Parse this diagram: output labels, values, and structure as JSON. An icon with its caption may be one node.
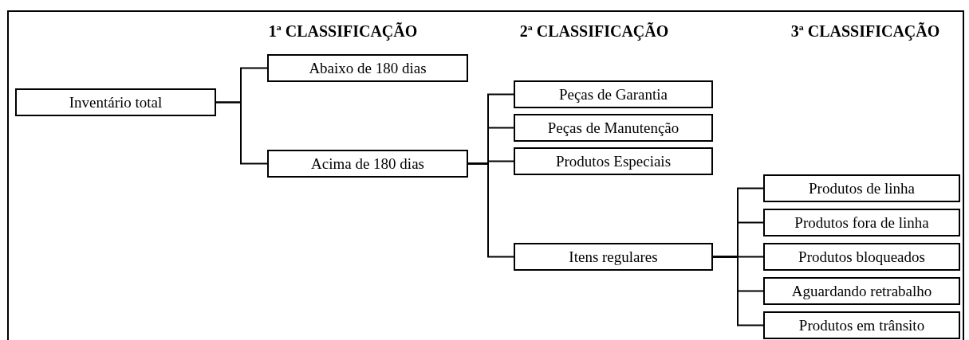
{
  "diagram": {
    "nodes": [
      {
        "text": [
          "Inventário total"
        ]
      },
      {
        "text": [
          "Abaixo de 180 dias"
        ]
      },
      {
        "text": [
          "Acima de 180 dias"
        ]
      },
      {
        "text": [
          "Peças de Garantia"
        ]
      },
      {
        "text": [
          "Peças de Manutenção"
        ]
      },
      {
        "text": [
          "Produtos Especiais"
        ]
      },
      {
        "text": [
          "Itens regulares"
        ]
      },
      {
        "text": [
          "Produtos de linha"
        ]
      },
      {
        "text": [
          "Produtos fora de linha"
        ]
      },
      {
        "text": [
          "Produtos bloqueados"
        ]
      },
      {
        "text": [
          "Aguardando retrabalho"
        ]
      },
      {
        "text": [
          "Produtos em trânsito"
        ]
      }
    ],
    "edges": [
      {
        "from": 0,
        "to": 1,
        "arrow": "none"
      },
      {
        "from": 0,
        "to": 2,
        "arrow": "none"
      },
      {
        "from": 2,
        "to": 3,
        "arrow": "none"
      },
      {
        "from": 2,
        "to": 4,
        "arrow": "none"
      },
      {
        "from": 2,
        "to": 5,
        "arrow": "none"
      },
      {
        "from": 2,
        "to": 6,
        "arrow": "none"
      },
      {
        "from": 6,
        "to": 7,
        "arrow": "none"
      },
      {
        "from": 6,
        "to": 8,
        "arrow": "none"
      },
      {
        "from": 6,
        "to": 9,
        "arrow": "none"
      },
      {
        "from": 6,
        "to": 10,
        "arrow": "none"
      },
      {
        "from": 6,
        "to": 11,
        "arrow": "none"
      }
    ],
    "labels": [
      "1ª CLASSIFICAÇÃO",
      "2ª CLASSIFICAÇÃO",
      "3ª CLASSIFICAÇÃO"
    ]
  }
}
